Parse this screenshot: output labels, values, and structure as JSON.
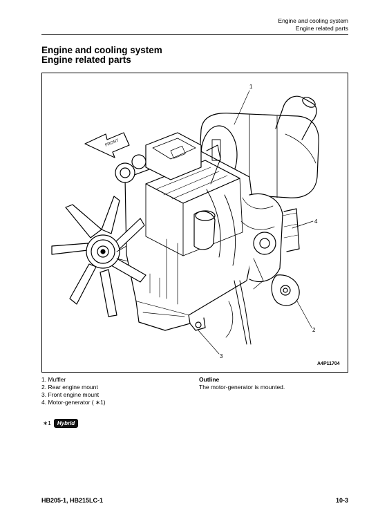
{
  "header": {
    "section": "Engine and cooling system",
    "subsection": "Engine related parts"
  },
  "title": {
    "line1": "Engine and cooling system",
    "line2": "Engine related parts"
  },
  "figure": {
    "callouts": [
      "1",
      "2",
      "3",
      "4"
    ],
    "direction_label": "FRONT",
    "code": "A4P11704"
  },
  "legend": [
    "1. Muffler",
    "2. Rear engine mount",
    "3. Front engine mount",
    "4. Motor-generator ( ∗1)"
  ],
  "outline": {
    "heading": "Outline",
    "text": "The motor-generator is mounted."
  },
  "note": {
    "marker": "∗1",
    "badge": "Hybrid"
  },
  "footer": {
    "model": "HB205-1, HB215LC-1",
    "page": "10-3"
  }
}
